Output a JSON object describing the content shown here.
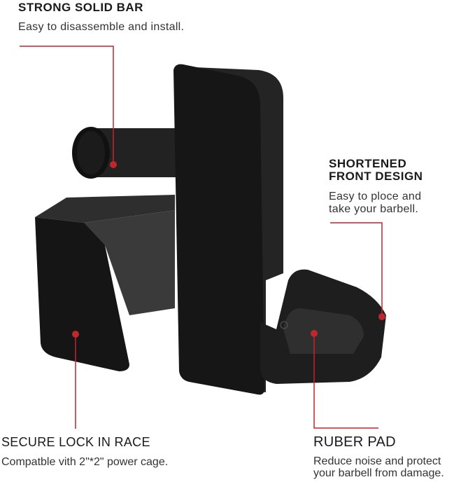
{
  "callouts": {
    "bar": {
      "title": "STRONG SOLID BAR",
      "desc": "Easy to disassemble and install."
    },
    "front": {
      "title_line1": "SHORTENED",
      "title_line2": "FRONT DESIGN",
      "desc_line1": "Easy to ploce and",
      "desc_line2": "take your barbell."
    },
    "lock": {
      "title": "SECURE LOCK IN RACE",
      "desc": "Compatble vith 2\"*2\" power cage."
    },
    "pad": {
      "title": "RUBER PAD",
      "desc_line1": "Reduce noise and protect",
      "desc_line2": "your barbell from damage."
    }
  },
  "colors": {
    "accent": "#c0272d",
    "product": "#1c1c1c"
  }
}
